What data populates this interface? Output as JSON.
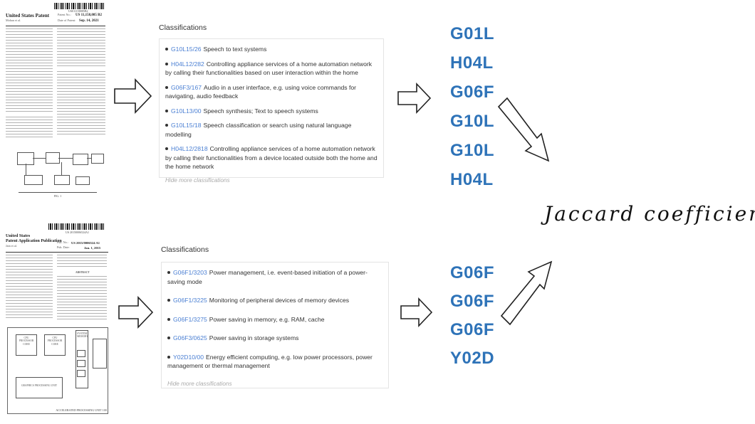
{
  "top_patent": {
    "number_small": "US011158085B2",
    "title": "United States Patent",
    "inventor": "Mohan et al.",
    "patent_no_label": "Patent No.:",
    "patent_no": "US 11,158,085 B2",
    "date_label": "Date of Patent:",
    "date": "Sep. 14, 2021",
    "fig_caption": "FIG. 1"
  },
  "bottom_patent": {
    "number_small": "US 20150006524A1",
    "title_line1": "United States",
    "title_line2": "Patent Application Publication",
    "inventor": "Jain et al.",
    "pub_no_label": "Pub. No.:",
    "pub_no": "US 2015/0006524 A1",
    "pub_date_label": "Pub. Date:",
    "pub_date": "Jan. 1, 2015",
    "abstract_label": "ABSTRACT",
    "fig_caption": "ACCELERATED PROCESSING UNIT 100",
    "fig_labels": [
      "CPU PROCESSOR CORE",
      "CPU PROCESSOR CORE",
      "SYSTEM MEMORY",
      "GRAPHICS PROCESSING UNIT"
    ]
  },
  "top_panel": {
    "title": "Classifications",
    "items": [
      {
        "code": "G10L15/26",
        "desc": "Speech to text systems"
      },
      {
        "code": "H04L12/282",
        "desc": "Controlling appliance services of a home automation network by calling their functionalities based on user interaction within the home"
      },
      {
        "code": "G06F3/167",
        "desc": "Audio in a user interface, e.g. using voice commands for navigating, audio feedback"
      },
      {
        "code": "G10L13/00",
        "desc": "Speech synthesis; Text to speech systems"
      },
      {
        "code": "G10L15/18",
        "desc": "Speech classification or search using natural language modelling"
      },
      {
        "code": "H04L12/2818",
        "desc": "Controlling appliance services of a home automation network by calling their functionalities from a device located outside both the home and the home network"
      }
    ],
    "hide_more": "Hide more classifications"
  },
  "bottom_panel": {
    "title": "Classifications",
    "items": [
      {
        "code": "G06F1/3203",
        "desc": "Power management, i.e. event-based initiation of a power-saving mode"
      },
      {
        "code": "G06F1/3225",
        "desc": "Monitoring of peripheral devices of memory devices"
      },
      {
        "code": "G06F1/3275",
        "desc": "Power saving in memory, e.g. RAM, cache"
      },
      {
        "code": "G06F3/0625",
        "desc": "Power saving in storage systems"
      },
      {
        "code": "Y02D10/00",
        "desc": "Energy efficient computing, e.g. low power processors, power management or thermal management"
      }
    ],
    "hide_more": "Hide more classifications"
  },
  "top_codes": [
    "G01L",
    "H04L",
    "G06F",
    "G10L",
    "G10L",
    "H04L"
  ],
  "bottom_codes": [
    "G06F",
    "G06F",
    "G06F",
    "Y02D"
  ],
  "jaccard_label": "Jaccard coefficient",
  "colors": {
    "code_link": "#4a7fd3",
    "big_code": "#2e73b8",
    "arrow_stroke": "#222"
  }
}
